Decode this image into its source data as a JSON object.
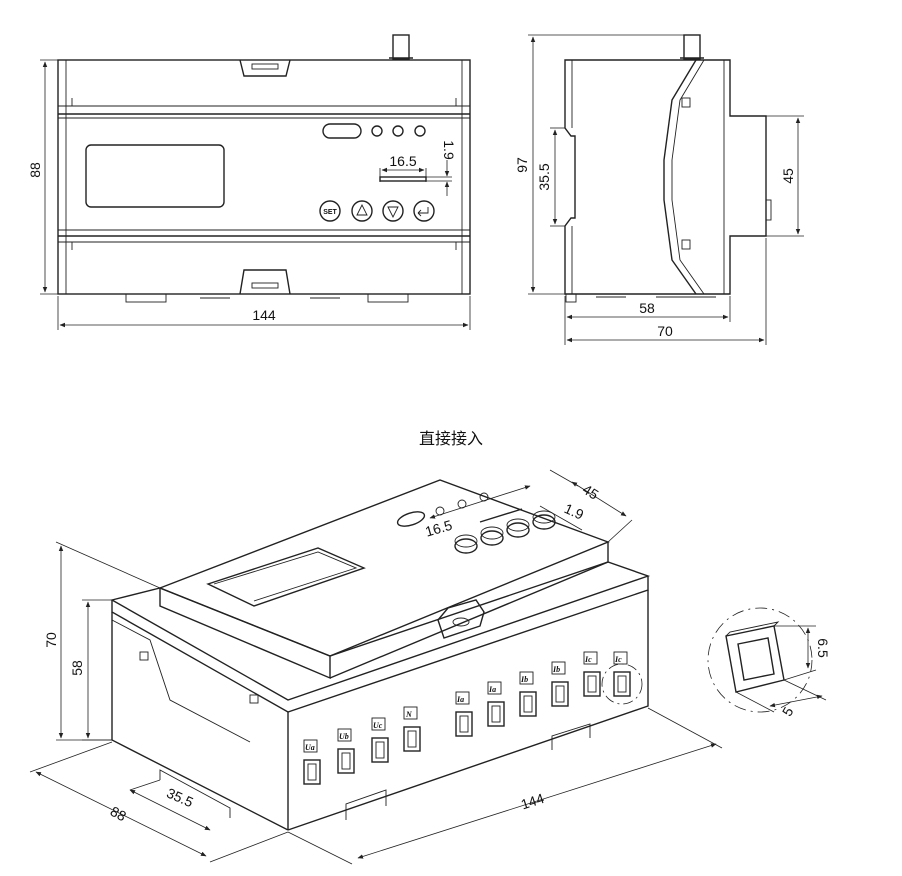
{
  "caption": "直接接入",
  "front_view": {
    "dim_height": "88",
    "dim_width": "144",
    "dim_slot_width": "16.5",
    "dim_slot_height": "1.9",
    "set_button": "SET"
  },
  "side_view": {
    "dim_height": "97",
    "dim_rail": "35.5",
    "dim_step": "45",
    "dim_depth_inner": "58",
    "dim_depth_total": "70"
  },
  "iso_view": {
    "dim_top_depth": "45",
    "dim_slot_width": "16.5",
    "dim_slot_height": "1.9",
    "dim_height_total": "70",
    "dim_height_body": "58",
    "dim_rail": "35.5",
    "dim_depth": "88",
    "dim_length": "144",
    "terminal_labels": [
      "Ua",
      "Ub",
      "Uc",
      "N",
      "Ia",
      "Ia",
      "Ib",
      "Ib",
      "Ic",
      "Ic"
    ]
  },
  "detail_view": {
    "dim_height": "6.5",
    "dim_width": "5"
  }
}
